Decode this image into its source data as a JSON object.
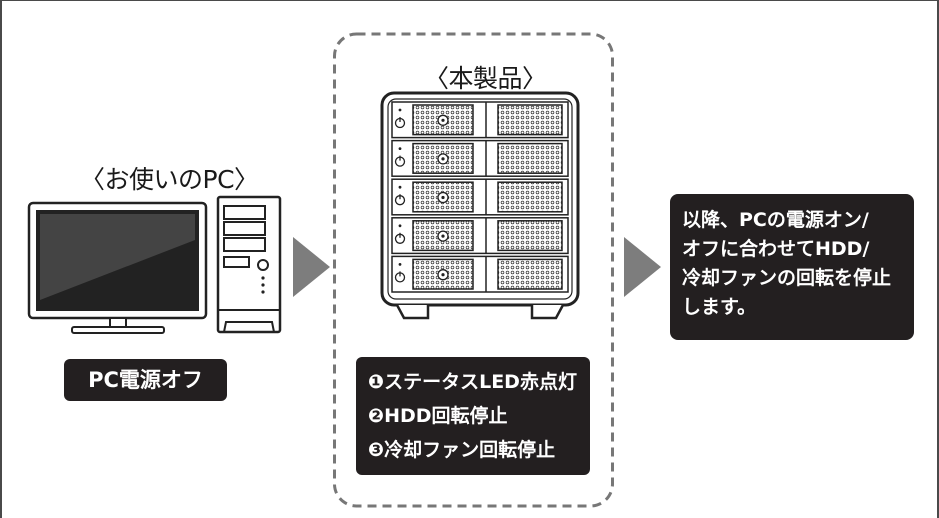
{
  "pc": {
    "label": "〈お使いのPC〉",
    "status": "PC電源オフ"
  },
  "product": {
    "label": "〈本製品〉",
    "status_lines": [
      "❶ステータスLED赤点灯",
      "❷HDD回転停止",
      "❸冷却ファン回転停止"
    ]
  },
  "result": {
    "lines": [
      "以降、PCの電源オン/",
      "オフに合わせてHDD/",
      "冷却ファンの回転を停止",
      "します。"
    ]
  },
  "colors": {
    "dark_box": "#231f20",
    "arrow": "#7d7d7d",
    "dashed_border": "#777777"
  }
}
